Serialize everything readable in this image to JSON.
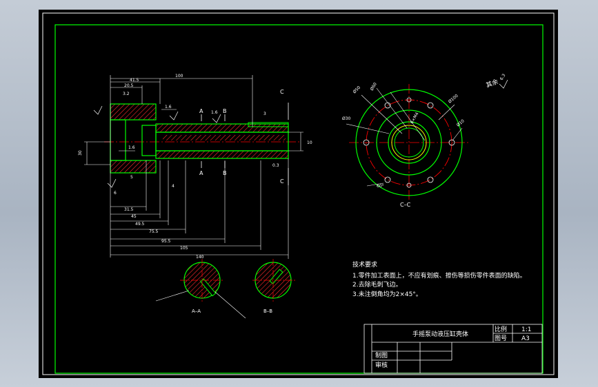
{
  "drawing": {
    "title": "手摇泵动液压缸壳体",
    "scale_label": "比例",
    "scale_value": "1:1",
    "sheet_label": "图号",
    "sheet_value": "A3",
    "drawn_label": "制图",
    "check_label": "审核"
  },
  "tech": {
    "heading": "技术要求",
    "lines": [
      "1.零件加工表面上，不应有划痕、擦伤等损伤零件表面的缺陷。",
      "2.去除毛刺飞边。",
      "3.未注倒角均为2×45°。"
    ]
  },
  "roughness_note": "其余",
  "roughness_value": "6.3",
  "sections": {
    "aa_label": "A–A",
    "bb_label": "B–B",
    "cc_label": "C–C",
    "a": "A",
    "b": "B",
    "c": "C"
  },
  "dims": {
    "d100": "100",
    "d41_5": "41.5",
    "d20_5": "20.5",
    "d3_2": "3.2",
    "d1_6": "1.6",
    "d1_6b": "1.6",
    "d1_6c": "1.6",
    "d30": "30",
    "d3": "3",
    "d5": "5",
    "d6": "6",
    "d31_5": "31.5",
    "d45": "45",
    "d49_5": "49.5",
    "d75_5": "75.5",
    "d95_5": "95.5",
    "d105": "105",
    "d140": "140",
    "d10": "10",
    "d0_3": "0.3",
    "d4": "4",
    "d60": "60°",
    "d30a": "Ø30",
    "d50a": "Ø50",
    "d60a": "Ø60",
    "d100a": "Ø100",
    "d10a": "Ø10",
    "dm4": "6×M4"
  },
  "colors": {
    "frame": "#00ff00",
    "outline": "#00ff00",
    "hatch": "#ff0000",
    "center": "#ff0000",
    "dimension": "#ffffff",
    "background": "#000000"
  }
}
